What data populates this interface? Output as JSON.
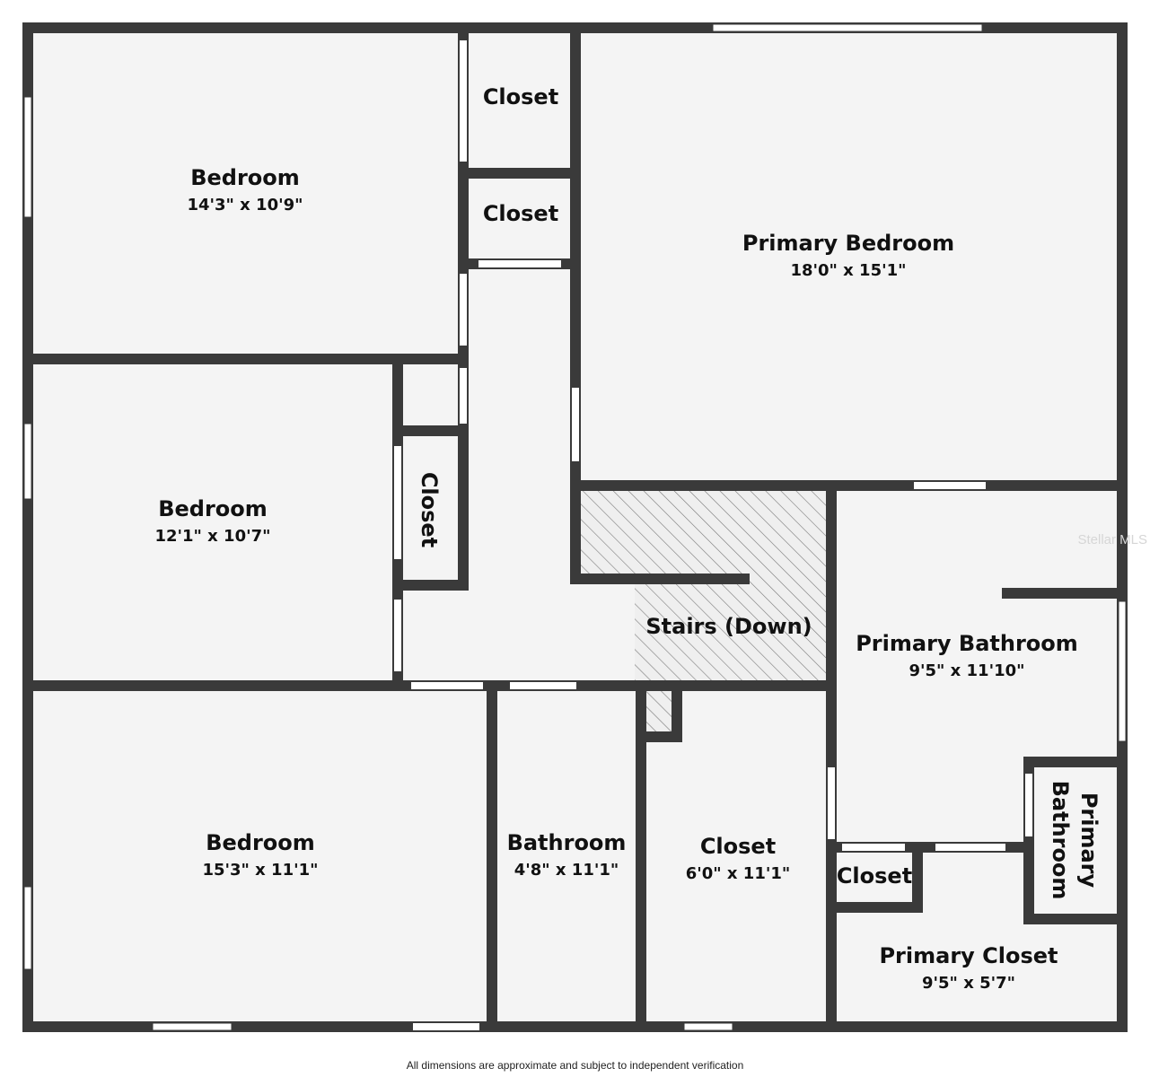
{
  "rooms": {
    "bedroom_1": {
      "name": "Bedroom",
      "dims": "14'3\" x 10'9\""
    },
    "closet_1": {
      "name": "Closet"
    },
    "closet_2": {
      "name": "Closet"
    },
    "primary_bedroom": {
      "name": "Primary Bedroom",
      "dims": "18'0\" x 15'1\""
    },
    "bedroom_2": {
      "name": "Bedroom",
      "dims": "12'1\" x 10'7\""
    },
    "closet_3": {
      "name": "Closet"
    },
    "stairs": {
      "name": "Stairs (Down)"
    },
    "primary_bathroom": {
      "name": "Primary Bathroom",
      "dims": "9'5\" x 11'10\""
    },
    "bedroom_3": {
      "name": "Bedroom",
      "dims": "15'3\" x 11'1\""
    },
    "bathroom": {
      "name": "Bathroom",
      "dims": "4'8\" x 11'1\""
    },
    "closet_4": {
      "name": "Closet",
      "dims": "6'0\" x 11'1\""
    },
    "closet_5": {
      "name": "Closet"
    },
    "primary_bathroom_2": {
      "line1": "Primary",
      "line2": "Bathroom"
    },
    "primary_closet": {
      "name": "Primary Closet",
      "dims": "9'5\" x 5'7\""
    }
  },
  "watermark": "Stellar MLS",
  "disclaimer": "All dimensions are approximate and subject to independent verification",
  "colors": {
    "wall": "#3a3a3a",
    "floor": "#f4f4f4",
    "window": "#ffffff",
    "hatch": "#7a7a7a"
  }
}
